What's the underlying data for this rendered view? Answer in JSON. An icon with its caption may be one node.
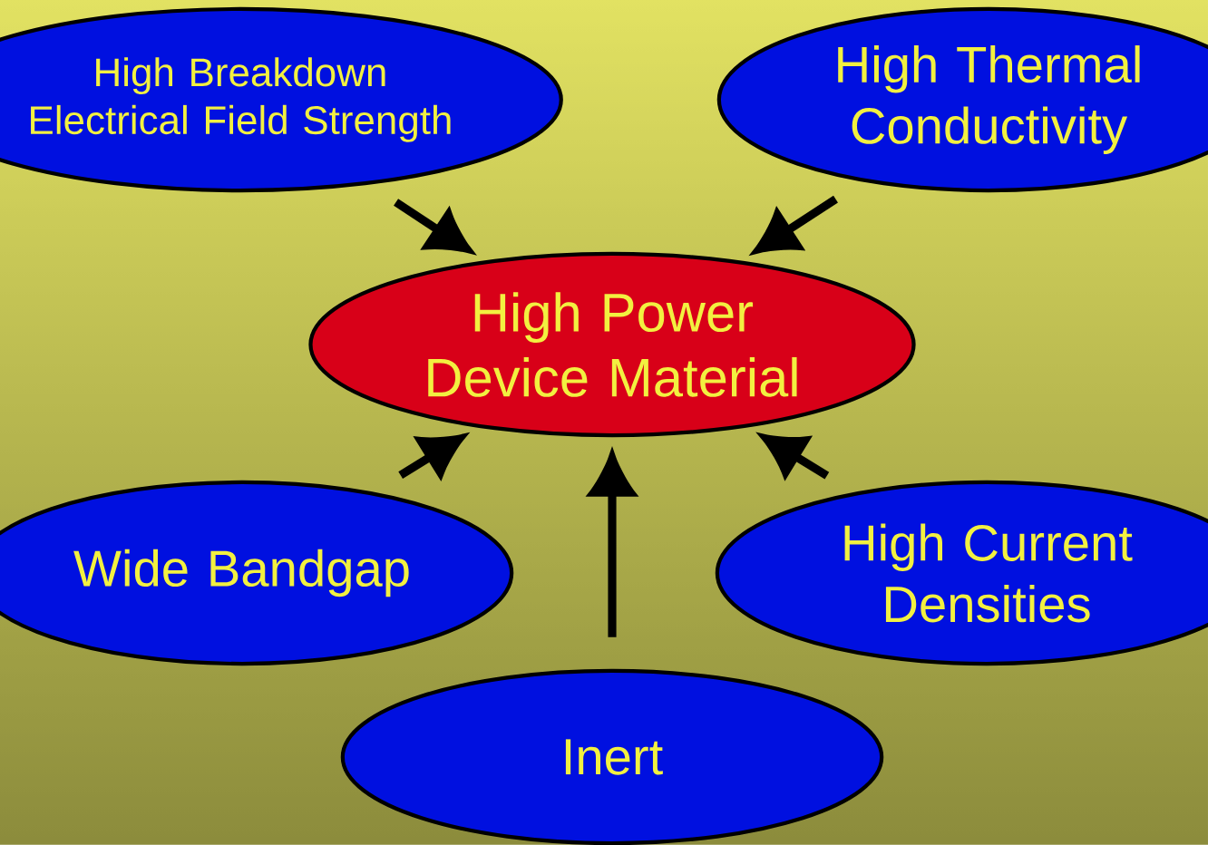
{
  "diagram": {
    "nodes": [
      {
        "text": [
          "High Power Device Material"
        ]
      },
      {
        "text": [
          "High Breakdown Electrical Field Strength"
        ]
      },
      {
        "text": [
          "High Thermal Conductivity"
        ]
      },
      {
        "text": [
          "Wide Bandgap"
        ]
      },
      {
        "text": [
          "High Current Densities"
        ]
      },
      {
        "text": [
          "Inert"
        ]
      }
    ],
    "edges": [
      {
        "from": 1,
        "to": 0,
        "arrow": "to"
      },
      {
        "from": 2,
        "to": 0,
        "arrow": "to"
      },
      {
        "from": 3,
        "to": 0,
        "arrow": "to"
      },
      {
        "from": 4,
        "to": 0,
        "arrow": "to"
      },
      {
        "from": 5,
        "to": 0,
        "arrow": "to"
      }
    ]
  }
}
